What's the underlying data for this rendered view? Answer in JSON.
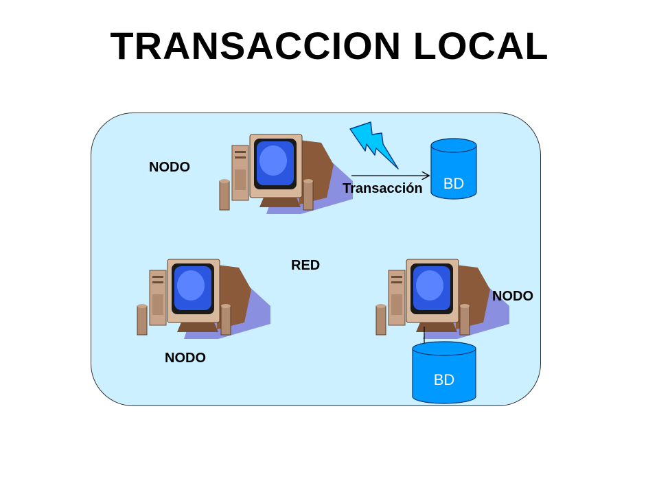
{
  "title": "TRANSACCION LOCAL",
  "nodes": [
    {
      "label": "NODO"
    },
    {
      "label": "NODO"
    },
    {
      "label": "NODO"
    }
  ],
  "network_label": "RED",
  "transaction_label": "Transacción",
  "databases": [
    {
      "label": "BD"
    },
    {
      "label": "BD"
    }
  ],
  "icons": [
    "computer-icon",
    "database-icon",
    "lightning-bolt-icon",
    "arrow-icon"
  ],
  "colors": {
    "network_fill": "#ccf0ff",
    "database_fill": "#0099ff",
    "screen": "#3d6bff",
    "monitor_beige": "#c8a58a",
    "shadow": "#8b8fe0"
  }
}
